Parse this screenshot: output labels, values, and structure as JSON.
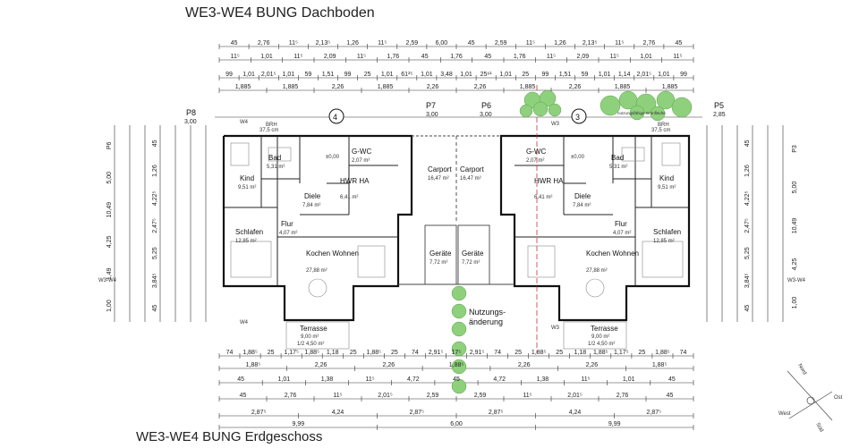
{
  "titles": {
    "top": "WE3-WE4 BUNG Dachboden",
    "bottom": "WE3-WE4 BUNG Erdgeschoss"
  },
  "dim_rows": {
    "top1": [
      "45",
      "2,76",
      "11⁵",
      "2,13⁵",
      "1,26",
      "11⁵",
      "2,59",
      "6,00",
      "45",
      "2,59",
      "11⁵",
      "1,26",
      "2,13⁵",
      "11⁵",
      "2,76",
      "45"
    ],
    "top2": [
      "11⁵",
      "1,01",
      "11⁵",
      "2,09",
      "11⁵",
      "1,76",
      "45",
      "1,76",
      "45",
      "1,76",
      "11⁵",
      "2,09",
      "11⁵",
      "1,01",
      "11⁵"
    ],
    "top3": [
      "99",
      "1,01",
      "2,01⁵",
      "1,01",
      "59",
      "1,51",
      "99",
      "25",
      "1,01",
      "61²⁵",
      "1,01",
      "3,48",
      "1,01",
      "25⁶¹",
      "1,01",
      "25",
      "99",
      "1,51",
      "59",
      "1,01",
      "1,14",
      "2,01⁵",
      "1,01",
      "99"
    ],
    "top4": [
      "1,885",
      "1,885",
      "2,26",
      "1,885",
      "2,26",
      "2,26",
      "1,885",
      "2,26",
      "1,885",
      "1,885"
    ],
    "bot1": [
      "74",
      "1,88⁵",
      "25",
      "1,17⁵",
      "1,88⁵",
      "1,18",
      "25",
      "1,88⁵",
      "25",
      "74",
      "2,91⁵",
      "17⁵",
      "2,91⁵",
      "74",
      "25",
      "1,88⁵",
      "25",
      "1,18",
      "1,88⁵",
      "1,17⁵",
      "25",
      "1,88⁵",
      "74"
    ],
    "bot2": [
      "1,88⁵",
      "2,26",
      "2,26",
      "1,88⁵",
      "2,26",
      "2,26",
      "1,88⁵"
    ],
    "bot3": [
      "45",
      "1,01",
      "1,38",
      "11⁵",
      "4,72",
      "45",
      "4,72",
      "1,38",
      "11⁵",
      "1,01",
      "45"
    ],
    "bot4": [
      "45",
      "2,76",
      "11⁵",
      "2,01⁵",
      "2,59",
      "2,59",
      "11⁵",
      "2,01⁵",
      "2,76",
      "45"
    ],
    "bot5": [
      "2,87⁵",
      "4,24",
      "2,87⁵",
      "2,87⁵",
      "4,24",
      "2,87⁵"
    ],
    "bot6": [
      "9,99",
      "6,00",
      "9,99"
    ]
  },
  "markers": {
    "p8": "P8",
    "p8v": "3,00",
    "p7": "P7",
    "p7v": "3,00",
    "p6": "P6",
    "p6v": "3,00",
    "p5": "P5",
    "p5v": "2,85",
    "circle_left": "4",
    "circle_right": "3",
    "w4": "W4",
    "w3": "W3",
    "we_left": "W3-W4",
    "we_right": "W3-W4",
    "brh": "BRH",
    "brh_v": "37,5 cm",
    "garden_note": "nutzungsfähige Grünfläche"
  },
  "rooms_left": [
    {
      "name": "Kind",
      "area": "9,51 m²"
    },
    {
      "name": "Bad",
      "area": "5,31 m²"
    },
    {
      "name": "G-WC",
      "area": "2,07 m²"
    },
    {
      "name": "HWR HA",
      "area": "6,41 m²"
    },
    {
      "name": "Diele",
      "area": "7,84 m²"
    },
    {
      "name": "Flur",
      "area": "4,07 m²"
    },
    {
      "name": "Schlafen",
      "area": "12,85 m²"
    },
    {
      "name": "Kochen Wohnen",
      "area": "27,88 m²"
    },
    {
      "name": "Terrasse",
      "area": "9,00 m²",
      "sub": "1/2 4,50 m²"
    }
  ],
  "rooms_right": [
    {
      "name": "G-WC",
      "area": "2,07 m²"
    },
    {
      "name": "Bad",
      "area": "5,31 m²"
    },
    {
      "name": "Kind",
      "area": "9,51 m²"
    },
    {
      "name": "HWR HA",
      "area": "6,41 m²"
    },
    {
      "name": "Diele",
      "area": "7,84 m²"
    },
    {
      "name": "Flur",
      "area": "4,07 m²"
    },
    {
      "name": "Schlafen",
      "area": "12,85 m²"
    },
    {
      "name": "Kochen Wohnen",
      "area": "27,88 m²"
    },
    {
      "name": "Terrasse",
      "area": "9,00 m²",
      "sub": "1/2 4,50 m²"
    }
  ],
  "center": {
    "carport1": "Carport",
    "carport1_area": "16,47 m²",
    "carport2": "Carport",
    "carport2_area": "16,47 m²",
    "geraete1": "Geräte",
    "geraete1_area": "7,72 m²",
    "geraete2": "Geräte",
    "geraete2_area": "7,72 m²",
    "nutzung": "Nutzungs-",
    "aenderung": "änderung",
    "level": "±0,00"
  },
  "side_dims": {
    "left_outer": [
      "1,00",
      "1,49",
      "4,25",
      "10,49",
      "5,00",
      "P6"
    ],
    "left_inner": [
      "45",
      "3,84⁵",
      "5,25",
      "2,47⁵",
      "4,22⁵",
      "1,26",
      "45"
    ],
    "right_outer": [
      "1,00",
      "4,25",
      "10,49",
      "5,00",
      "P3"
    ],
    "right_inner": [
      "45",
      "3,84⁵",
      "5,25",
      "2,47⁵",
      "4,22⁵",
      "1,26",
      "45"
    ]
  },
  "compass": {
    "n": "Nord",
    "e": "Ost",
    "s": "Süd",
    "w": "West"
  }
}
